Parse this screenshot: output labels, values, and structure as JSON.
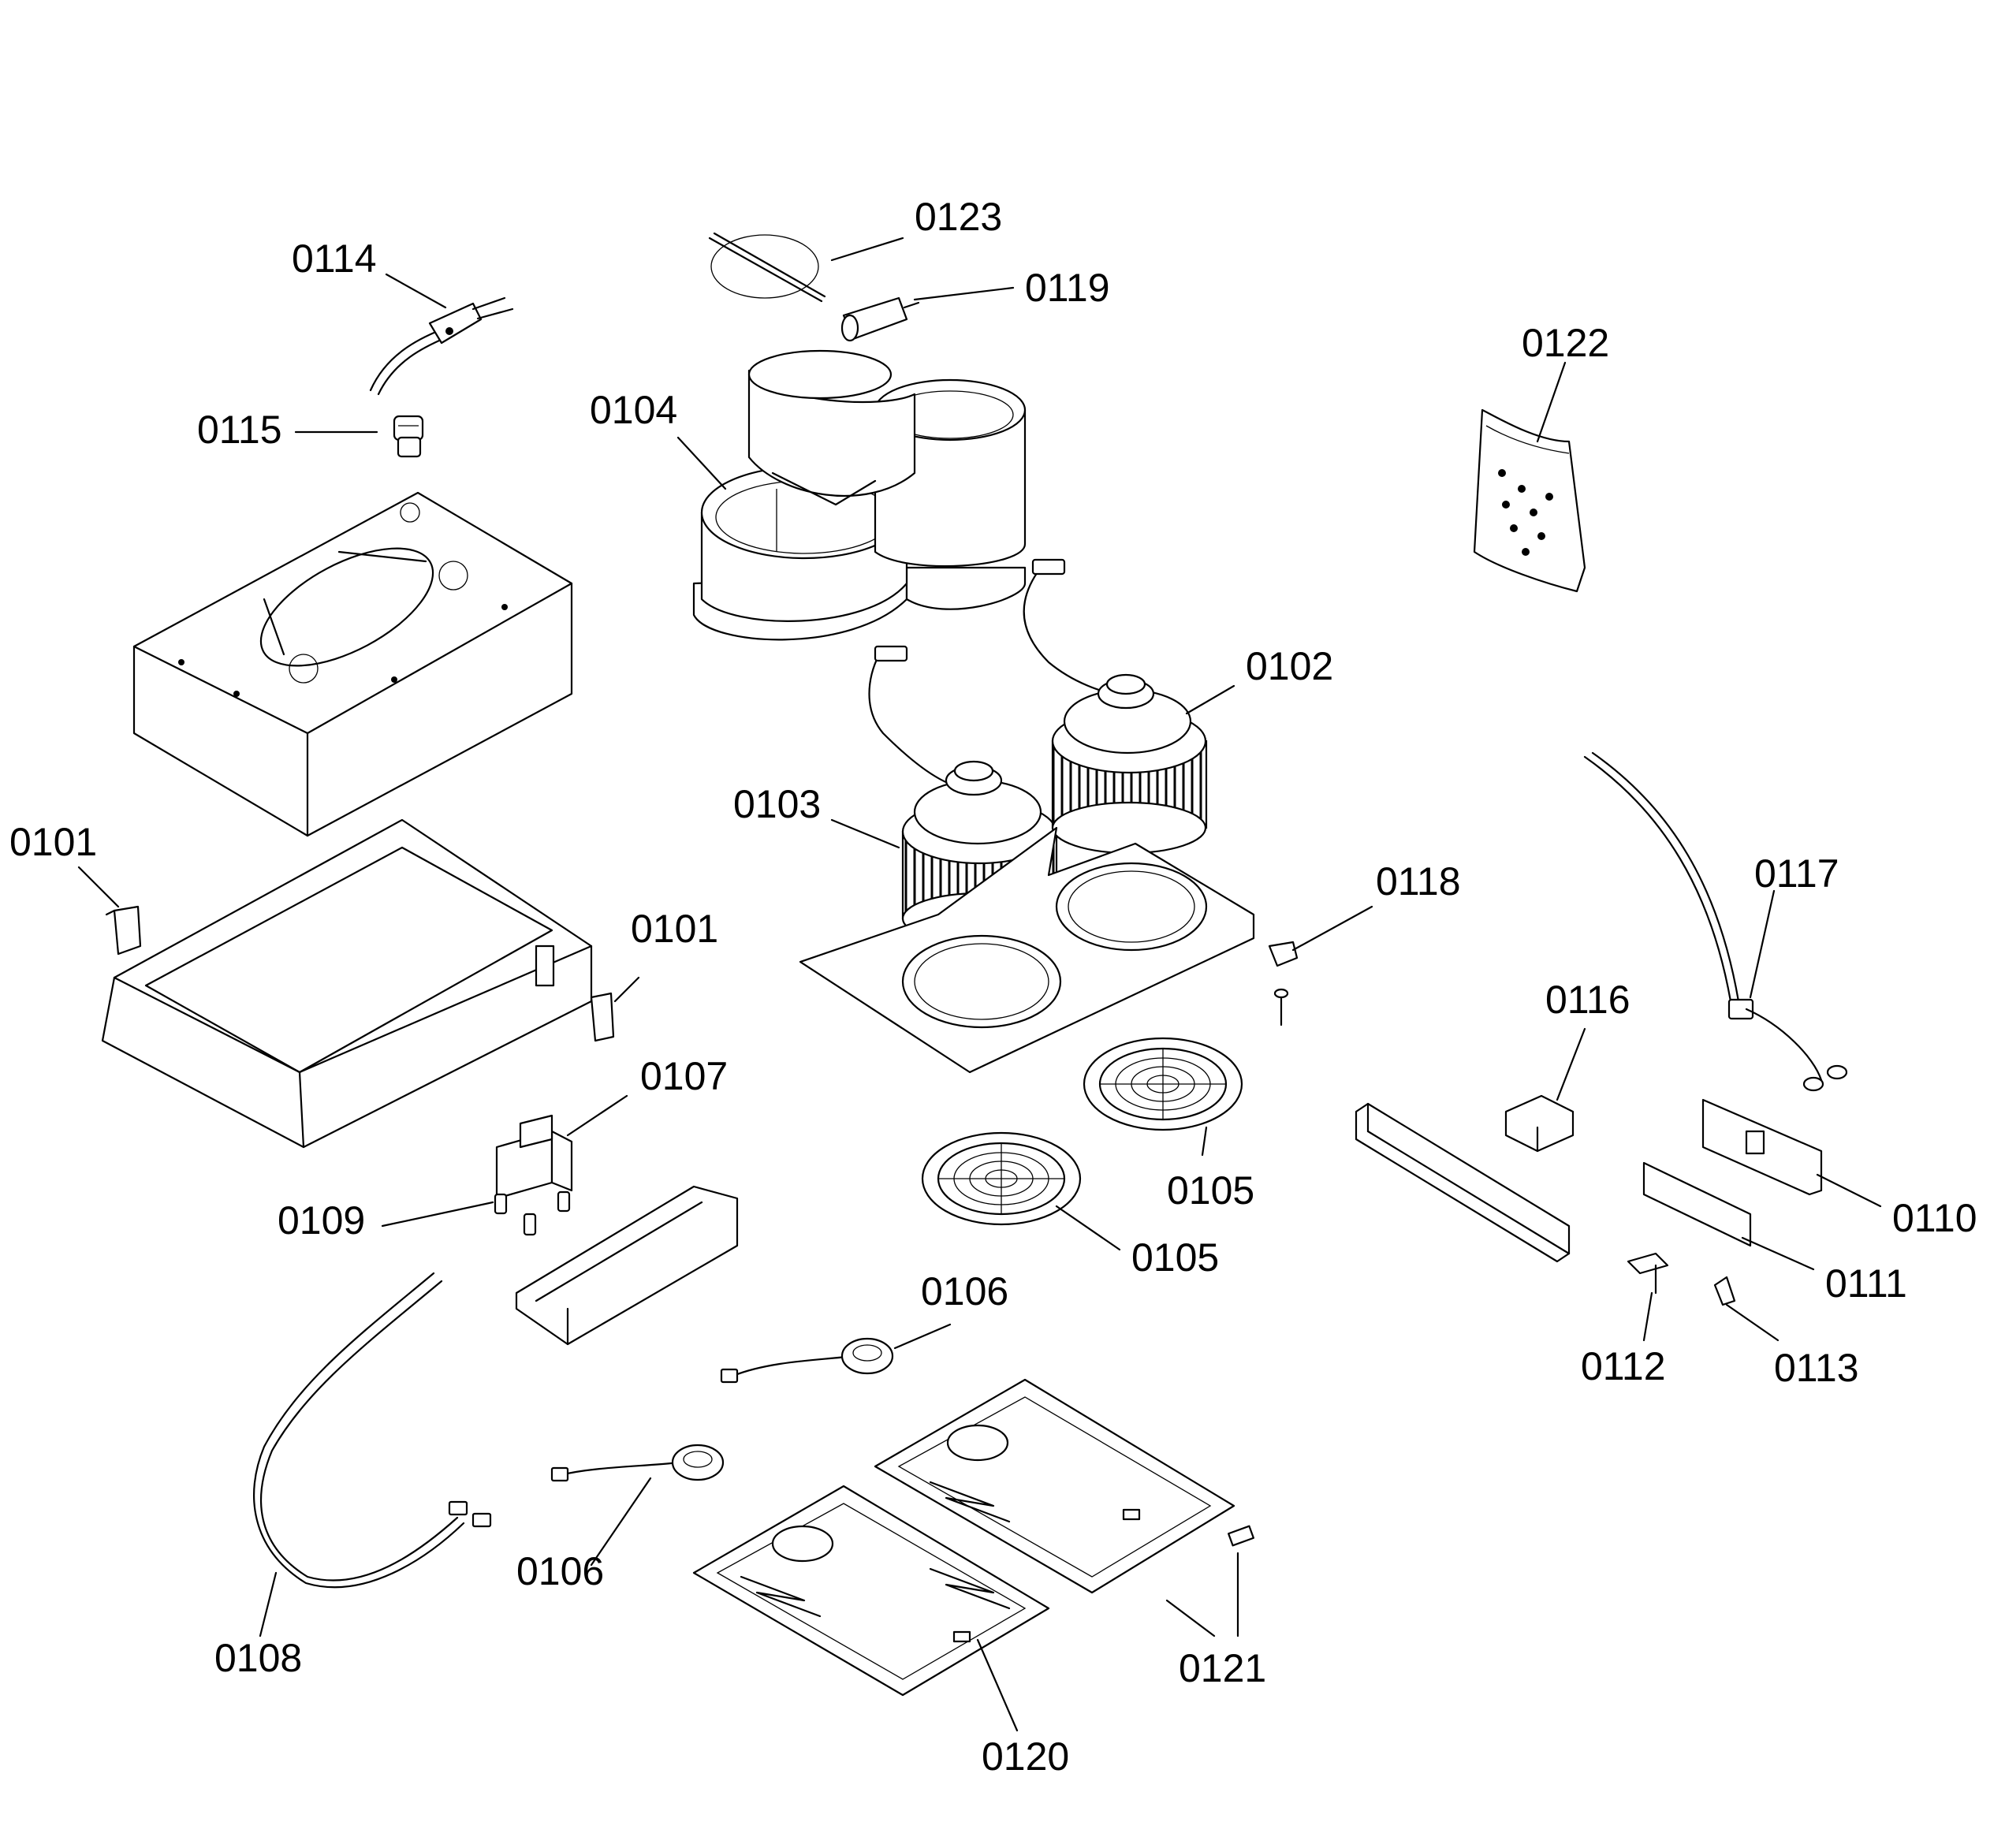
{
  "diagram": {
    "labels": {
      "l0101a": "0101",
      "l0101b": "0101",
      "l0102": "0102",
      "l0103": "0103",
      "l0104": "0104",
      "l0105a": "0105",
      "l0105b": "0105",
      "l0106a": "0106",
      "l0106b": "0106",
      "l0107": "0107",
      "l0108": "0108",
      "l0109": "0109",
      "l0110": "0110",
      "l0111": "0111",
      "l0112": "0112",
      "l0113": "0113",
      "l0114": "0114",
      "l0115": "0115",
      "l0116": "0116",
      "l0117": "0117",
      "l0118": "0118",
      "l0119": "0119",
      "l0120": "0120",
      "l0121": "0121",
      "l0122": "0122",
      "l0123": "0123"
    }
  }
}
